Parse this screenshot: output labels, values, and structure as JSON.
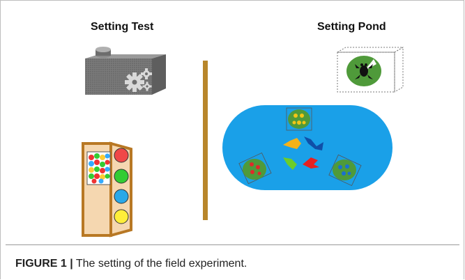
{
  "figure": {
    "left_title": "Setting Test",
    "right_title": "Setting Pond",
    "caption_label": "FIGURE 1 |",
    "caption_text": " The setting of the field experiment."
  },
  "colors": {
    "divider": "#b8862a",
    "pond": "#1aa0e8",
    "lilypad": "#4f9a3a",
    "machine": "#6e6e6e",
    "cabinet": "#b87824",
    "cabinet_fill": "#f5d7b0"
  },
  "icons": {
    "machine": "gear-machine-icon",
    "cabinet": "ball-cabinet-icon",
    "frog_box": "frog-on-lilypad-icon",
    "pond": "pond-icon",
    "fish": "fish-icon"
  }
}
